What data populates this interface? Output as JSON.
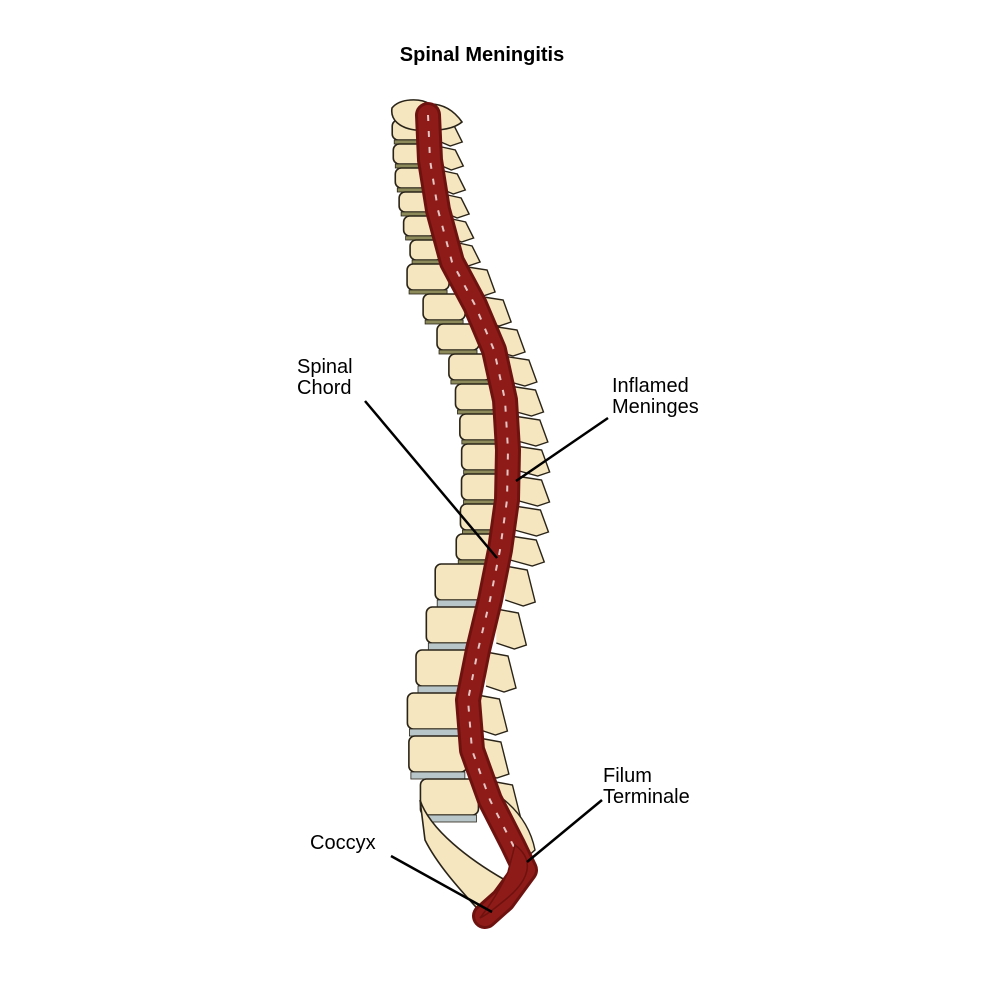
{
  "title": "Spinal Meningitis",
  "labels": {
    "spinal_cord": {
      "line1": "Spinal",
      "line2": "Chord"
    },
    "inflamed_meninges": {
      "line1": "Inflamed",
      "line2": "Meninges"
    },
    "filum_terminale": {
      "line1": "Filum",
      "line2": "Terminale"
    },
    "coccyx": {
      "line1": "Coccyx"
    }
  },
  "colors": {
    "bone": "#f5e6c0",
    "bone_outline": "#2a2418",
    "cord": "#8e1b17",
    "cord_dark": "#6e1210",
    "disc": "#b9c6c9",
    "leader": "#000000"
  }
}
